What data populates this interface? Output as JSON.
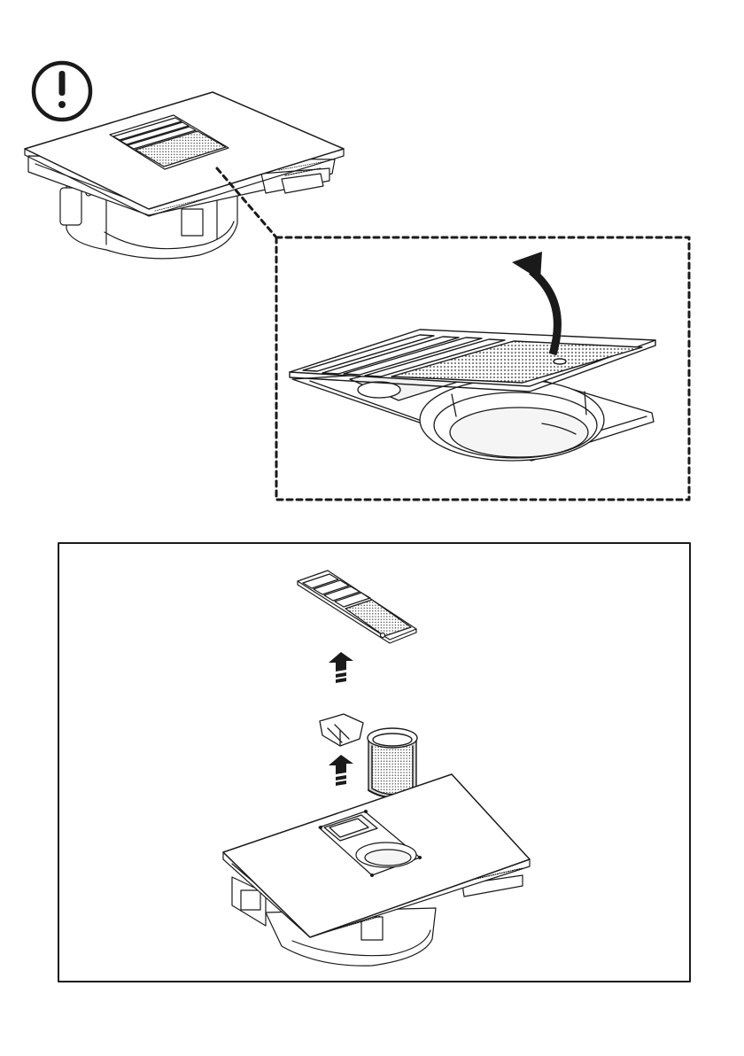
{
  "page": {
    "background": "#ffffff",
    "line_color": "#1a1a1a",
    "fill_light": "#f2f2f2",
    "fill_mid": "#d9d9d9"
  },
  "icons": {
    "warning": "warning-icon",
    "lift_arrow": "curved-arrow-up-icon",
    "remove_arrow": "up-arrow-icon"
  },
  "steps": [
    {
      "name": "overview",
      "illustration": "hob-with-integrated-extractor"
    },
    {
      "name": "detail",
      "illustration": "grille-lift-off"
    },
    {
      "name": "exploded",
      "illustration": "grille-grease-trap-filter-removal"
    }
  ]
}
